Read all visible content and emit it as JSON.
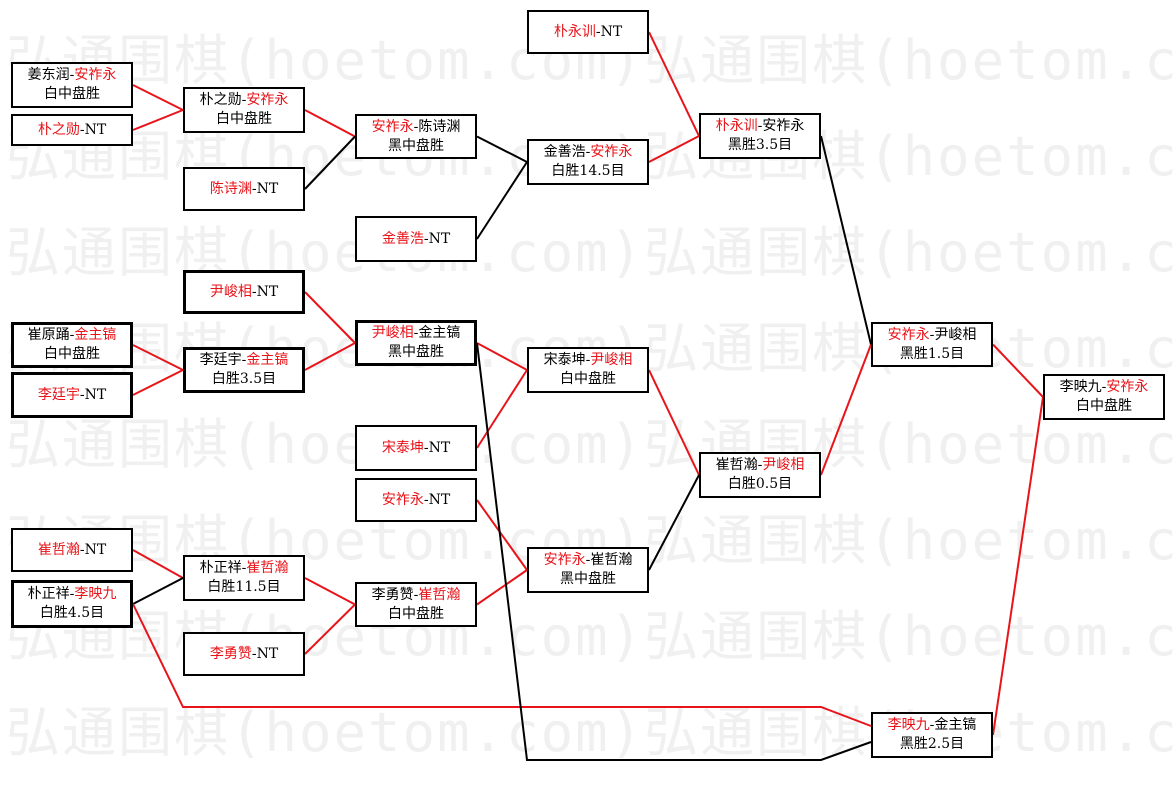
{
  "watermark": {
    "text": "弘通围棋(hoetom.com)弘通围棋(hoetom.com)"
  },
  "colors": {
    "red": "#e8141a",
    "black": "#000000"
  },
  "matches": [
    {
      "id": "m1",
      "p1": "姜东润",
      "p2": "安祚永",
      "winner": 2,
      "result": "白中盘胜"
    },
    {
      "id": "m2",
      "p1": "朴之勋",
      "p2": "NT",
      "winner": 1,
      "result": ""
    },
    {
      "id": "m3",
      "p1": "陈诗渊",
      "p2": "NT",
      "winner": 1,
      "result": ""
    },
    {
      "id": "m4",
      "p1": "金善浩",
      "p2": "NT",
      "winner": 1,
      "result": ""
    },
    {
      "id": "m5",
      "p1": "尹峻相",
      "p2": "NT",
      "winner": 1,
      "result": ""
    },
    {
      "id": "m6",
      "p1": "崔原踊",
      "p2": "金主镐",
      "winner": 2,
      "result": "白中盘胜"
    },
    {
      "id": "m7",
      "p1": "李廷宇",
      "p2": "NT",
      "winner": 1,
      "result": ""
    },
    {
      "id": "m8",
      "p1": "宋泰坤",
      "p2": "NT",
      "winner": 1,
      "result": ""
    },
    {
      "id": "m9",
      "p1": "安祚永",
      "p2": "NT",
      "winner": 1,
      "result": ""
    },
    {
      "id": "m10",
      "p1": "崔哲瀚",
      "p2": "NT",
      "winner": 1,
      "result": ""
    },
    {
      "id": "m11",
      "p1": "朴正祥",
      "p2": "李映九",
      "winner": 2,
      "result": "白胜4.5目"
    },
    {
      "id": "m12",
      "p1": "李勇赞",
      "p2": "NT",
      "winner": 1,
      "result": ""
    },
    {
      "id": "m13",
      "p1": "朴之勋",
      "p2": "安祚永",
      "winner": 2,
      "result": "白中盘胜"
    },
    {
      "id": "m14",
      "p1": "李廷宇",
      "p2": "金主镐",
      "winner": 2,
      "result": "白胜3.5目"
    },
    {
      "id": "m15",
      "p1": "朴正祥",
      "p2": "崔哲瀚",
      "winner": 2,
      "result": "白胜11.5目"
    },
    {
      "id": "m16",
      "p1": "安祚永",
      "p2": "陈诗渊",
      "winner": 1,
      "result": "黑中盘胜"
    },
    {
      "id": "m17",
      "p1": "尹峻相",
      "p2": "金主镐",
      "winner": 1,
      "result": "黑中盘胜"
    },
    {
      "id": "m18",
      "p1": "李勇赞",
      "p2": "崔哲瀚",
      "winner": 2,
      "result": "白中盘胜"
    },
    {
      "id": "m19",
      "p1": "朴永训",
      "p2": "NT",
      "winner": 1,
      "result": ""
    },
    {
      "id": "m20",
      "p1": "金善浩",
      "p2": "安祚永",
      "winner": 2,
      "result": "白胜14.5目"
    },
    {
      "id": "m21",
      "p1": "宋泰坤",
      "p2": "尹峻相",
      "winner": 2,
      "result": "白中盘胜"
    },
    {
      "id": "m22",
      "p1": "安祚永",
      "p2": "崔哲瀚",
      "winner": 1,
      "result": "黑中盘胜"
    },
    {
      "id": "m23",
      "p1": "朴永训",
      "p2": "安祚永",
      "winner": 1,
      "result": "黑胜3.5目"
    },
    {
      "id": "m24",
      "p1": "崔哲瀚",
      "p2": "尹峻相",
      "winner": 2,
      "result": "白胜0.5目"
    },
    {
      "id": "m25",
      "p1": "安祚永",
      "p2": "尹峻相",
      "winner": 1,
      "result": "黑胜1.5目"
    },
    {
      "id": "m26",
      "p1": "李映九",
      "p2": "金主镐",
      "winner": 1,
      "result": "黑胜2.5目"
    },
    {
      "id": "m27",
      "p1": "李映九",
      "p2": "安祚永",
      "winner": 2,
      "result": "白中盘胜"
    }
  ],
  "connections": [
    {
      "from": "m1",
      "to": "m13",
      "color": "red"
    },
    {
      "from": "m2",
      "to": "m13",
      "color": "red"
    },
    {
      "from": "m13",
      "to": "m16",
      "color": "red"
    },
    {
      "from": "m3",
      "to": "m16",
      "color": "black"
    },
    {
      "from": "m16",
      "to": "m20",
      "color": "black"
    },
    {
      "from": "m4",
      "to": "m20",
      "color": "black"
    },
    {
      "from": "m20",
      "to": "m23",
      "color": "red"
    },
    {
      "from": "m19",
      "to": "m23",
      "color": "red"
    },
    {
      "from": "m23",
      "to": "m25",
      "color": "black"
    },
    {
      "from": "m5",
      "to": "m17",
      "color": "red"
    },
    {
      "from": "m14",
      "to": "m17",
      "color": "red"
    },
    {
      "from": "m6",
      "to": "m14",
      "color": "red"
    },
    {
      "from": "m7",
      "to": "m14",
      "color": "red"
    },
    {
      "from": "m17",
      "to": "m21",
      "color": "red"
    },
    {
      "from": "m8",
      "to": "m21",
      "color": "red"
    },
    {
      "from": "m21",
      "to": "m24",
      "color": "red"
    },
    {
      "from": "m9",
      "to": "m22",
      "color": "red"
    },
    {
      "from": "m18",
      "to": "m22",
      "color": "red"
    },
    {
      "from": "m22",
      "to": "m24",
      "color": "black"
    },
    {
      "from": "m24",
      "to": "m25",
      "color": "red"
    },
    {
      "from": "m10",
      "to": "m15",
      "color": "red"
    },
    {
      "from": "m11",
      "to": "m15",
      "color": "black"
    },
    {
      "from": "m15",
      "to": "m18",
      "color": "red"
    },
    {
      "from": "m12",
      "to": "m18",
      "color": "red"
    },
    {
      "from": "m25",
      "to": "m27",
      "color": "red"
    },
    {
      "from": "m26",
      "to": "m27",
      "color": "red"
    },
    {
      "from": "m11",
      "to": "m26",
      "color": "red"
    },
    {
      "from": "m17",
      "to": "m26",
      "color": "black"
    }
  ]
}
